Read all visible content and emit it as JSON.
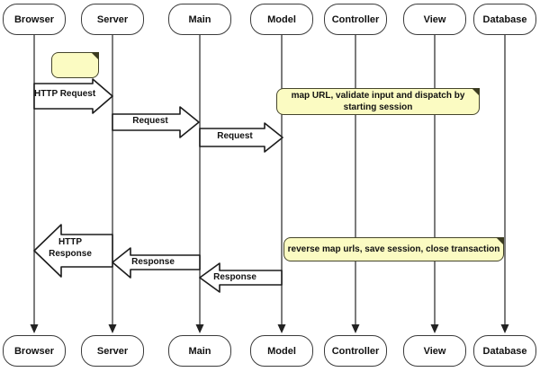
{
  "diagram": {
    "type": "sequence-diagram",
    "actors": [
      {
        "id": "browser",
        "label": "Browser"
      },
      {
        "id": "server",
        "label": "Server"
      },
      {
        "id": "main",
        "label": "Main"
      },
      {
        "id": "model",
        "label": "Model"
      },
      {
        "id": "controller",
        "label": "Controller"
      },
      {
        "id": "view",
        "label": "View"
      },
      {
        "id": "database",
        "label": "Database"
      }
    ],
    "messages": [
      {
        "label": "HTTP Request",
        "from": "Browser",
        "to": "Server",
        "direction": "right"
      },
      {
        "label": "Request",
        "from": "Server",
        "to": "Main",
        "direction": "right"
      },
      {
        "label": "Request",
        "from": "Main",
        "to": "Model",
        "direction": "right"
      },
      {
        "label": "HTTP Response",
        "from": "Server",
        "to": "Browser",
        "direction": "left"
      },
      {
        "label": "Response",
        "from": "Main",
        "to": "Server",
        "direction": "left"
      },
      {
        "label": "Response",
        "from": "Model",
        "to": "Main",
        "direction": "left"
      }
    ],
    "notes": [
      {
        "text": "",
        "description": "empty-note"
      },
      {
        "text": "map URL, validate input and dispatch by starting session"
      },
      {
        "text": "reverse map urls, save session, close transaction"
      }
    ],
    "colors": {
      "note_fill": "#fbfbc2",
      "note_border": "#45452c",
      "shape_border": "#3b3b3b",
      "arrow_outline": "#1c1c1c",
      "arrow_fill": "#ffffff",
      "background": "#ffffff"
    }
  }
}
